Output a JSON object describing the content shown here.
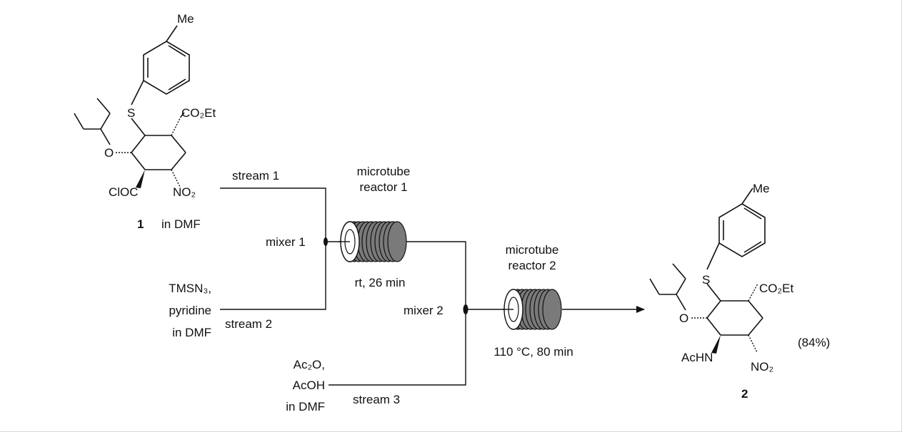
{
  "compound1": {
    "substituents": {
      "methyl": "Me",
      "thio": "S",
      "ester": "CO₂Et",
      "ether_oxygen": "O",
      "acid_chloride": "ClOC",
      "nitro": "NO₂"
    },
    "number": "1",
    "solvent": "in DMF"
  },
  "streams": {
    "stream1": "stream 1",
    "stream2": "stream 2",
    "stream3": "stream 3"
  },
  "reagents": {
    "stream2_line1": "TMSN₃,",
    "stream2_line2": "pyridine",
    "stream2_line3": "in DMF",
    "stream3_line1": "Ac₂O,",
    "stream3_line2": "AcOH",
    "stream3_line3": "in DMF"
  },
  "mixers": {
    "mixer1": "mixer 1",
    "mixer2": "mixer 2"
  },
  "reactors": {
    "reactor1_line1": "microtube",
    "reactor1_line2": "reactor 1",
    "reactor1_conditions": "rt, 26 min",
    "reactor2_line1": "microtube",
    "reactor2_line2": "reactor 2",
    "reactor2_conditions": "110 °C, 80 min"
  },
  "compound2": {
    "substituents": {
      "methyl": "Me",
      "thio": "S",
      "ester": "CO₂Et",
      "ether_oxygen": "O",
      "acetamide": "AcHN",
      "nitro": "NO₂"
    },
    "number": "2",
    "yield": "(84%)"
  }
}
